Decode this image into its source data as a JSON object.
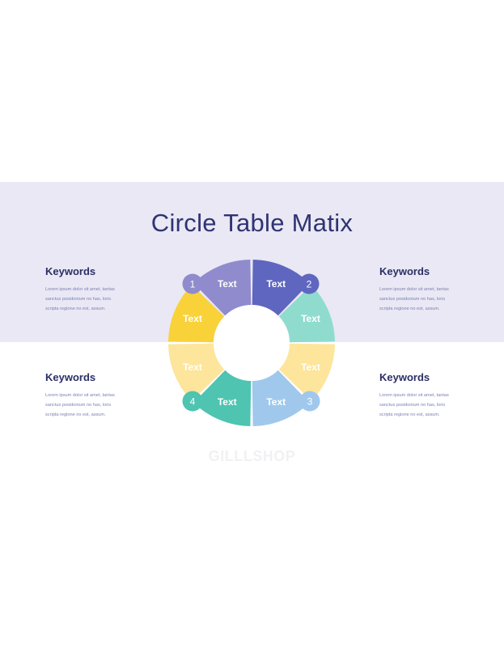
{
  "title": "Circle Table Matix",
  "keywords": [
    {
      "title": "Keywords",
      "lines": [
        "Lorem ipsum dolor sit amet, tantas",
        "sanctus posidonium no has, loris",
        "scripta regione no est, assum."
      ]
    },
    {
      "title": "Keywords",
      "lines": [
        "Lorem ipsum dolor sit amet, tantas",
        "sanctus posidonium no has, loris",
        "scripta regione no est, assum."
      ]
    },
    {
      "title": "Keywords",
      "lines": [
        "Lorem ipsum dolor sit amet, tantas",
        "sanctus posidonium no has, loris",
        "scripta regione no est, assum."
      ]
    },
    {
      "title": "Keywords",
      "lines": [
        "Lorem ipsum dolor sit amet, tantas",
        "sanctus posidonium no has, loris",
        "scripta regione no est, assum."
      ]
    }
  ],
  "segments": [
    {
      "label": "Text",
      "color": "#8f8bcd"
    },
    {
      "label": "Text",
      "color": "#5f66bf"
    },
    {
      "label": "Text",
      "color": "#8fdccf"
    },
    {
      "label": "Text",
      "color": "#fde59c"
    },
    {
      "label": "Text",
      "color": "#9fc8ec"
    },
    {
      "label": "Text",
      "color": "#4ec4b1"
    },
    {
      "label": "Text",
      "color": "#fde59c"
    },
    {
      "label": "Text",
      "color": "#f9d239"
    }
  ],
  "badges": [
    {
      "number": "1",
      "color": "#8f8bcd"
    },
    {
      "number": "2",
      "color": "#5f66bf"
    },
    {
      "number": "3",
      "color": "#9fc8ec"
    },
    {
      "number": "4",
      "color": "#4ec4b1"
    }
  ],
  "watermark": "GILLLSHOP"
}
